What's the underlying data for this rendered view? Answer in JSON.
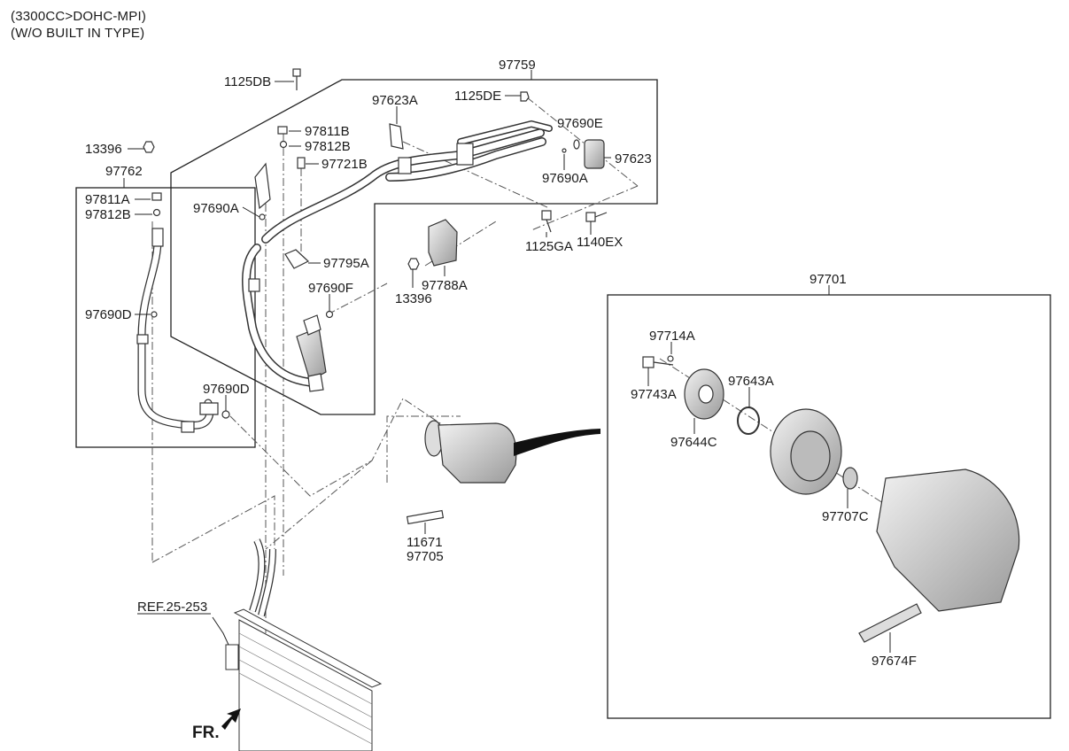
{
  "header": {
    "line1": "(3300CC>DOHC-MPI)",
    "line2": "(W/O BUILT IN TYPE)"
  },
  "labels": {
    "p97759": "97759",
    "p1125DB": "1125DB",
    "p97623A": "97623A",
    "p1125DE": "1125DE",
    "p97690E": "97690E",
    "p97811B": "97811B",
    "p97812B_a": "97812B",
    "p97721B": "97721B",
    "p97623": "97623",
    "p97690A_a": "97690A",
    "p97690A_b": "97690A",
    "p13396_a": "13396",
    "p97762": "97762",
    "p97811A": "97811A",
    "p97812B_b": "97812B",
    "p1125GA": "1125GA",
    "p1140EX": "1140EX",
    "p97795A": "97795A",
    "p97690F": "97690F",
    "p97788A": "97788A",
    "p13396_b": "13396",
    "p97690D_a": "97690D",
    "p97690D_b": "97690D",
    "p97701": "97701",
    "p97714A": "97714A",
    "p97743A": "97743A",
    "p97643A": "97643A",
    "p97644C": "97644C",
    "p97707C": "97707C",
    "p11671": "11671",
    "p97705": "97705",
    "p97674F": "97674F",
    "ref": "REF.25-253",
    "fr": "FR."
  }
}
